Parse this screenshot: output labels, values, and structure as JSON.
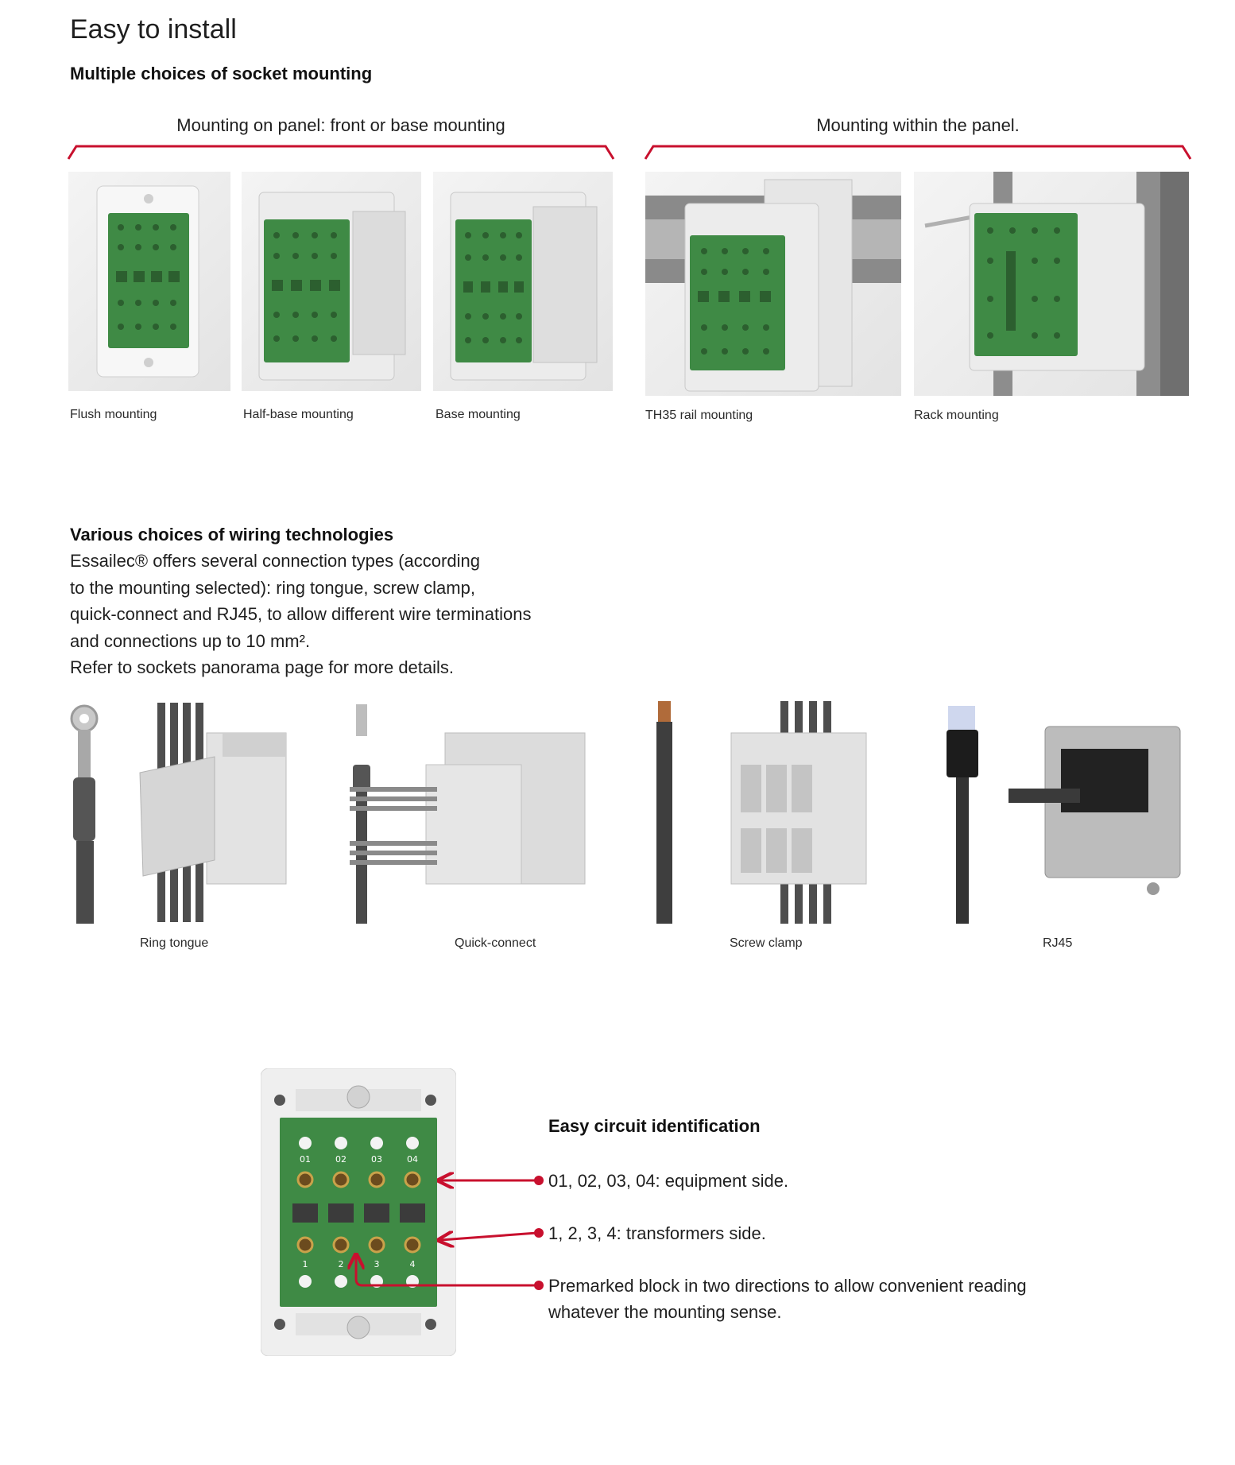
{
  "page_title": "Easy to install",
  "mounting": {
    "heading": "Multiple choices of socket mounting",
    "group_panel": "Mounting on panel: front or base mounting",
    "group_within": "Mounting within the panel.",
    "captions": [
      "Flush mounting",
      "Half-base mounting",
      "Base mounting",
      "TH35 rail mounting",
      "Rack mounting"
    ]
  },
  "wiring": {
    "heading": "Various choices of wiring technologies",
    "paragraph_lines": [
      "Essailec® offers several connection types (according",
      "to the mounting selected): ring tongue, screw clamp,",
      "quick-connect and RJ45, to allow different wire terminations",
      "and connections up to 10 mm².",
      "Refer to sockets panorama page for more details."
    ],
    "captions": [
      "Ring tongue",
      "Quick-connect",
      "Screw clamp",
      "RJ45"
    ]
  },
  "identification": {
    "heading": "Easy circuit identification",
    "callouts": [
      "01, 02, 03, 04: equipment side.",
      "1, 2, 3, 4: transformers side.",
      "Premarked block in two directions to allow convenient reading",
      "whatever the mounting sense."
    ],
    "block_top_numbers": [
      "01",
      "02",
      "03",
      "04"
    ],
    "block_bottom_numbers": [
      "1",
      "2",
      "3",
      "4"
    ]
  },
  "colors": {
    "accent": "#c8102e",
    "block_green": "#3f8a45"
  }
}
